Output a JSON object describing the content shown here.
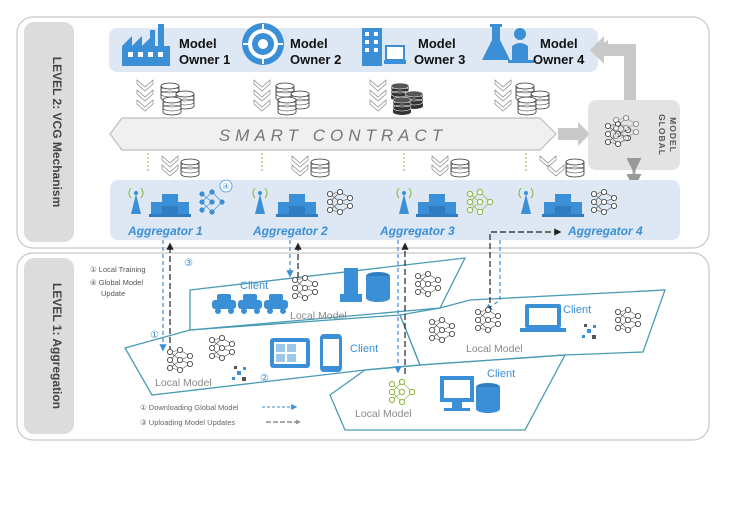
{
  "level2_label": "LEVEL 2: VCG Mechanism",
  "level1_label": "LEVEL 1: Aggregation",
  "model_owners": [
    {
      "line1": "Model",
      "line2": "Owner 1",
      "icon": "factory-icon"
    },
    {
      "line1": "Model",
      "line2": "Owner 2",
      "icon": "vault-icon"
    },
    {
      "line1": "Model",
      "line2": "Owner 3",
      "icon": "office-building-icon"
    },
    {
      "line1": "Model",
      "line2": "Owner 4",
      "icon": "lab-scientist-icon"
    }
  ],
  "smart_contract": "SMART CONTRACT",
  "global_model": {
    "line1": "GLOBAL",
    "line2": "MODEL"
  },
  "aggregators": [
    "Aggregator 1",
    "Aggregator 2",
    "Aggregator 3",
    "Aggregator 4"
  ],
  "step_notes": {
    "local_training": "① Local Training",
    "global_update_1": "④ Global Model",
    "global_update_2": "Update"
  },
  "markers": {
    "one": "①",
    "two": "②",
    "three": "③",
    "four": "④"
  },
  "client_label": "Client",
  "local_model_label": "Local Model",
  "legend": {
    "downloading": "① Downloading Global Model",
    "uploading": "③ Uploading Model Updates"
  },
  "colors": {
    "accent_blue": "#3a8fd6",
    "panel_blue": "#dde8f4",
    "frame_gray": "#c8c8c8",
    "label_gray": "#dcdcdc",
    "region_border": "#4a9bb5"
  }
}
